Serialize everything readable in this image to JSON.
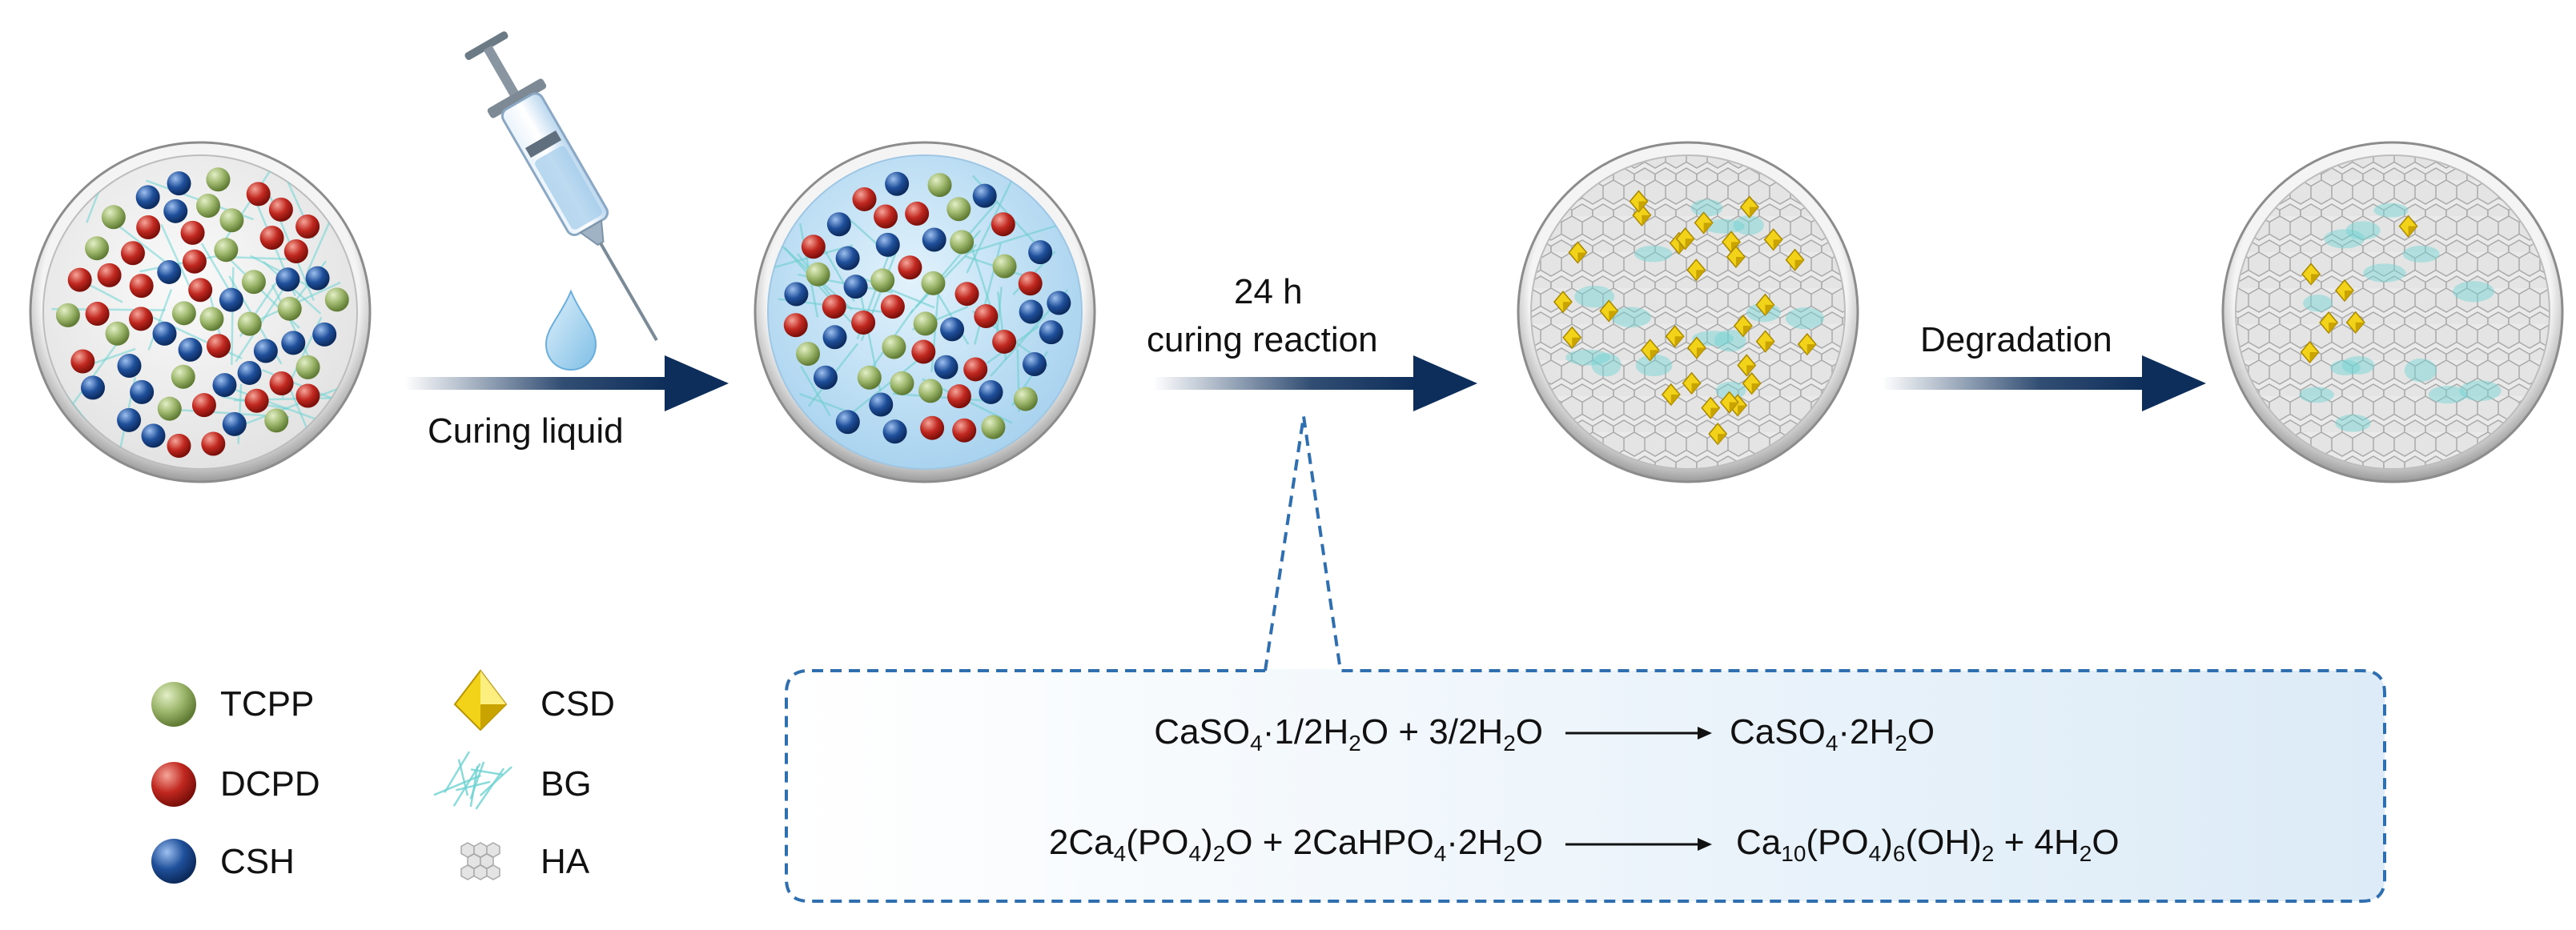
{
  "steps": [
    {
      "label_lines": [
        "Curing liquid"
      ]
    },
    {
      "label_lines": [
        "24 h",
        "curing reaction"
      ]
    },
    {
      "label_lines": [
        "Degradation"
      ]
    }
  ],
  "legend": [
    {
      "label": "TCPP",
      "symbol": "sphere-green-icon"
    },
    {
      "label": "DCPD",
      "symbol": "sphere-red-icon"
    },
    {
      "label": "CSH",
      "symbol": "sphere-blue-icon"
    },
    {
      "label": "CSD",
      "symbol": "yellow-crystal-icon"
    },
    {
      "label": "BG",
      "symbol": "teal-fibers-icon"
    },
    {
      "label": "HA",
      "symbol": "gray-hexagons-icon"
    }
  ],
  "equations": [
    {
      "lhs": [
        {
          "t": "CaSO"
        },
        {
          "sub": "4"
        },
        {
          "t": "·1/2H"
        },
        {
          "sub": "2"
        },
        {
          "t": "O + 3/2H"
        },
        {
          "sub": "2"
        },
        {
          "t": "O"
        }
      ],
      "rhs": [
        {
          "t": "CaSO"
        },
        {
          "sub": "4"
        },
        {
          "t": "·2H"
        },
        {
          "sub": "2"
        },
        {
          "t": "O"
        }
      ]
    },
    {
      "lhs": [
        {
          "t": "2Ca"
        },
        {
          "sub": "4"
        },
        {
          "t": "(PO"
        },
        {
          "sub": "4"
        },
        {
          "t": ")"
        },
        {
          "sub": "2"
        },
        {
          "t": "O + 2CaHPO"
        },
        {
          "sub": "4"
        },
        {
          "t": "·2H"
        },
        {
          "sub": "2"
        },
        {
          "t": "O"
        }
      ],
      "rhs": [
        {
          "t": "Ca"
        },
        {
          "sub": "10"
        },
        {
          "t": "(PO"
        },
        {
          "sub": "4"
        },
        {
          "t": ")"
        },
        {
          "sub": "6"
        },
        {
          "t": "(OH)"
        },
        {
          "sub": "2"
        },
        {
          "t": " + 4H"
        },
        {
          "sub": "2"
        },
        {
          "t": "O"
        }
      ]
    }
  ],
  "colors": {
    "tcpp": "#9bb56a",
    "dcpd": "#c0281f",
    "csh": "#1f4f9a",
    "csd": "#f3d21a",
    "bg": "#6fd3d3",
    "ha": "#bdbdbd",
    "arrow": "#0d2e5a",
    "callout_border": "#2f6fb0",
    "callout_fill": "#e6f1fa",
    "liquid": "#bfe0f5"
  }
}
